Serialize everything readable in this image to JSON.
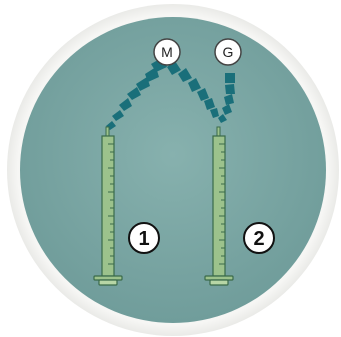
{
  "labels": {
    "m": "M",
    "g": "G"
  },
  "syringes": [
    {
      "number": "1"
    },
    {
      "number": "2"
    }
  ],
  "colors": {
    "background_outer": "#ffffff",
    "ring": "#f2f2f0",
    "disc": "#7aa5a3",
    "spray": "#1a6f7a",
    "syringe_fill": "#9cc28c",
    "syringe_stroke": "#3a6a4a"
  },
  "icons": [
    "syringe-icon",
    "spray-burst-icon"
  ]
}
